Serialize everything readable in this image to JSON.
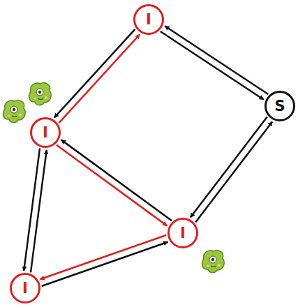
{
  "diagram": {
    "nodes": [
      {
        "text": [
          "I"
        ]
      },
      {
        "text": [
          "S"
        ]
      },
      {
        "text": [
          "I"
        ]
      },
      {
        "text": [
          "I"
        ]
      },
      {
        "text": [
          "I"
        ]
      }
    ],
    "edges": [
      {
        "from": 0,
        "to": 1,
        "arrow": "to"
      },
      {
        "from": 1,
        "to": 0,
        "arrow": "to"
      },
      {
        "from": 2,
        "to": 0,
        "arrow": "to"
      },
      {
        "from": 0,
        "to": 2,
        "arrow": "to"
      },
      {
        "from": 2,
        "to": 3,
        "arrow": "to"
      },
      {
        "from": 3,
        "to": 2,
        "arrow": "to"
      },
      {
        "from": 1,
        "to": 3,
        "arrow": "to"
      },
      {
        "from": 3,
        "to": 1,
        "arrow": "to"
      },
      {
        "from": 2,
        "to": 4,
        "arrow": "to"
      },
      {
        "from": 4,
        "to": 2,
        "arrow": "to"
      },
      {
        "from": 4,
        "to": 3,
        "arrow": "to"
      },
      {
        "from": 3,
        "to": 4,
        "arrow": "to"
      }
    ]
  }
}
